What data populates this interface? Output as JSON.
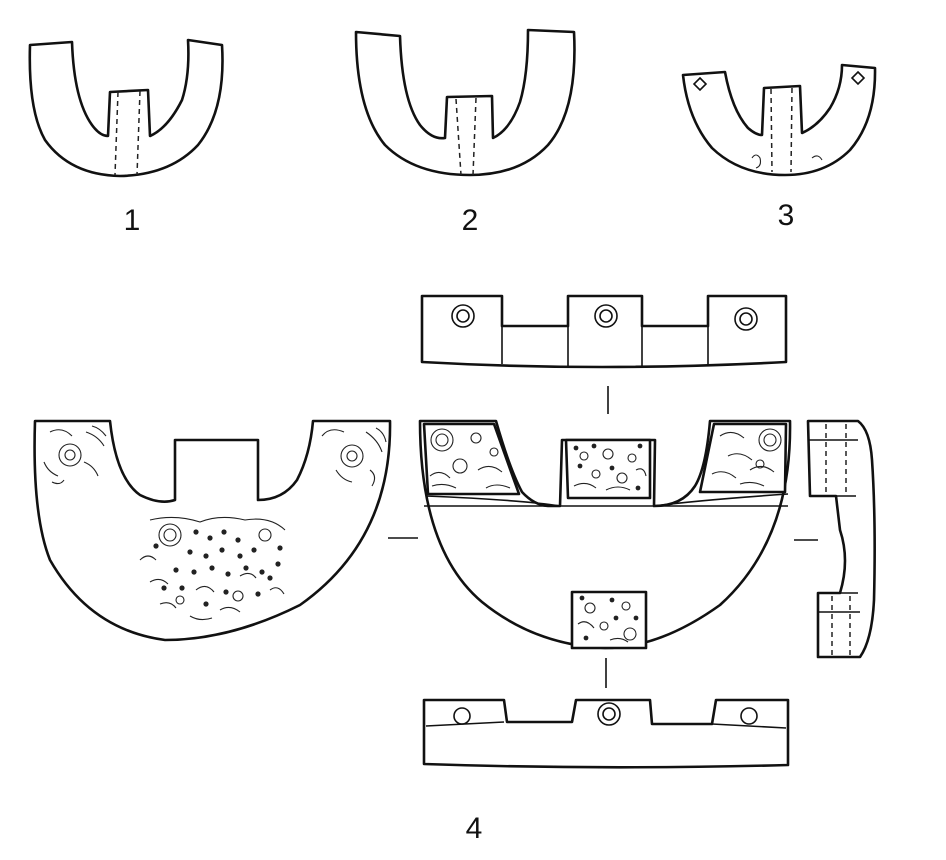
{
  "labels": [
    "1",
    "2",
    "3",
    "4"
  ]
}
